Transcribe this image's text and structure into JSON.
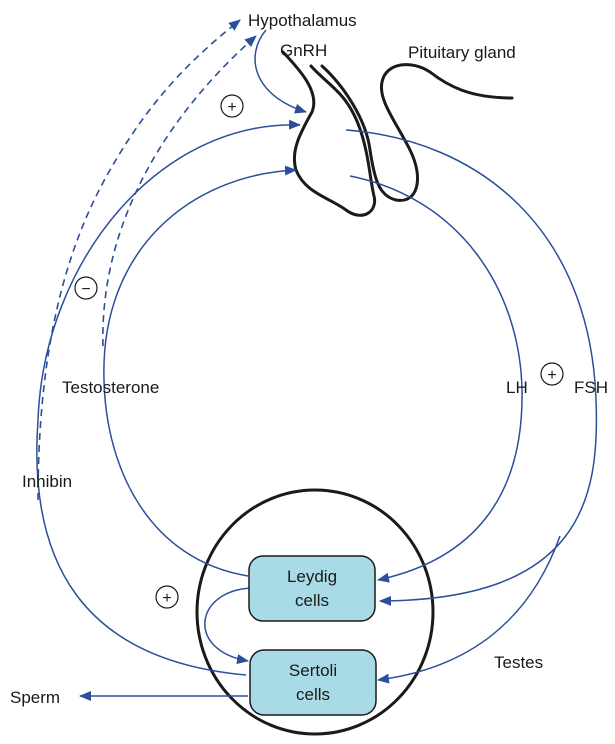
{
  "diagram": {
    "labels": {
      "hypothalamus": "Hypothalamus",
      "gnrh": "GnRH",
      "pituitary_gland": "Pituitary gland",
      "testosterone": "Testosterone",
      "inhibin": "Inhibin",
      "lh": "LH",
      "fsh": "FSH",
      "testes": "Testes",
      "sperm": "Sperm"
    },
    "cells": {
      "leydig": {
        "line1": "Leydig",
        "line2": "cells"
      },
      "sertoli": {
        "line1": "Sertoli",
        "line2": "cells"
      }
    },
    "signs": {
      "hypothalamus_plus": "+",
      "feedback_minus": "−",
      "lh_fsh_plus": "+",
      "leydig_sertoli_plus": "+"
    },
    "colors": {
      "arrow": "#2b4f9a",
      "cell_fill": "#a9dbe6",
      "outline": "#1a1a1a"
    }
  }
}
